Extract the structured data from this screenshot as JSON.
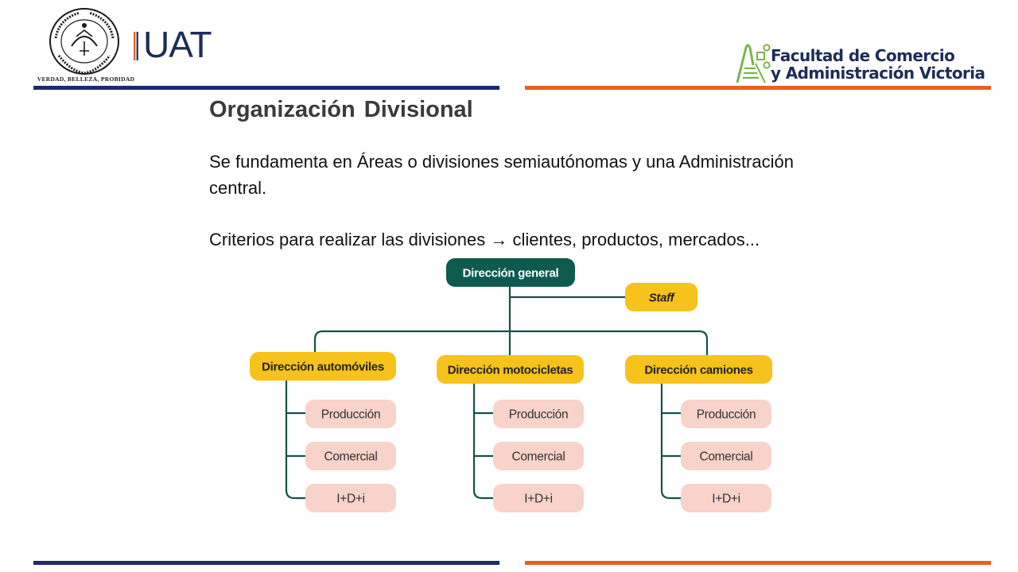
{
  "header": {
    "seal_motto": "VERDAD, BELLEZA, PROBIDAD",
    "uat_logo_text": "UAT",
    "faculty_line1": "Facultad de Comercio",
    "faculty_line2": "y Administración Victoria"
  },
  "slide": {
    "title": "Organización Divisional",
    "paragraph1": "Se fundamenta en Áreas o divisiones semiautónomas y una Administración central.",
    "paragraph2": "Criterios para realizar las divisiones → clientes, productos, mercados..."
  },
  "org_chart": {
    "head": "Dirección general",
    "staff": "Staff",
    "divisions": [
      {
        "label": "Dirección automóviles",
        "units": [
          "Producción",
          "Comercial",
          "I+D+i"
        ]
      },
      {
        "label": "Dirección motocicletas",
        "units": [
          "Producción",
          "Comercial",
          "I+D+i"
        ]
      },
      {
        "label": "Dirección camiones",
        "units": [
          "Producción",
          "Comercial",
          "I+D+i"
        ]
      }
    ]
  },
  "colors": {
    "navy": "#1f2a6b",
    "orange": "#e95f22",
    "teal_head": "#0f5a4f",
    "connector": "#17504a",
    "division_yellow": "#f7c21c",
    "unit_pink": "#f8d3c9"
  }
}
